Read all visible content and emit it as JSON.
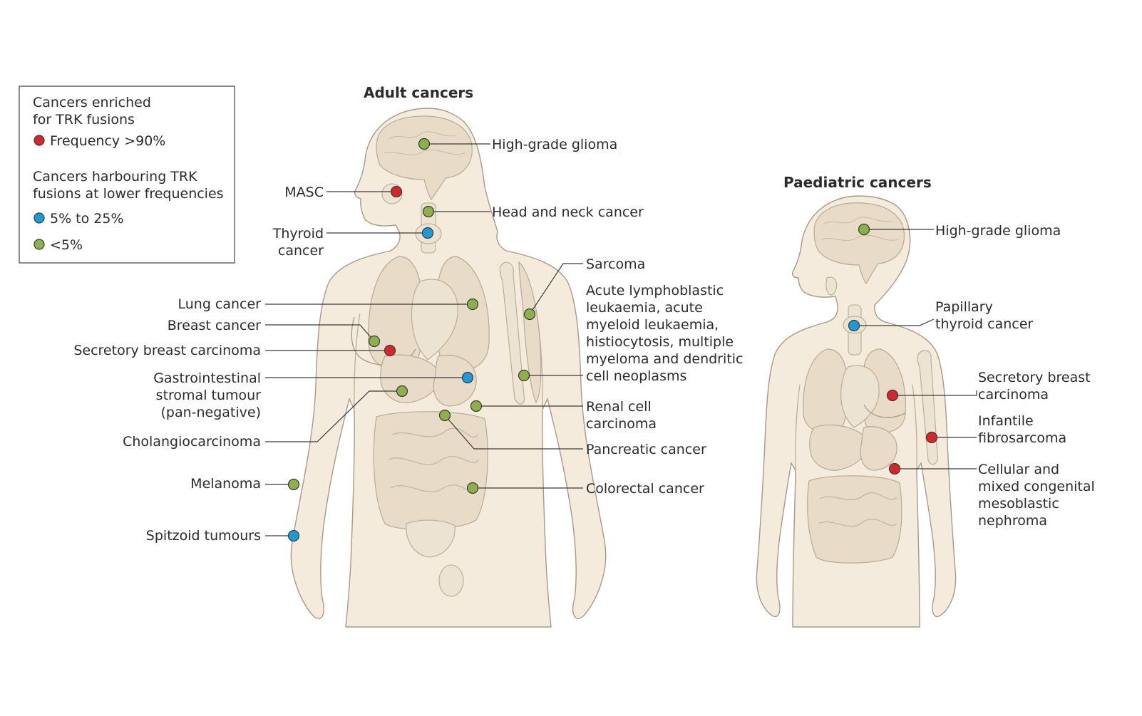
{
  "colors": {
    "red": "#d7262b",
    "blue": "#1e9ad6",
    "green": "#8cb04a",
    "body_fill": "#f4ebdc"
  },
  "legend": {
    "heading_1": "Cancers enriched",
    "heading_2": "for TRK fusions",
    "item_red": "Frequency >90%",
    "heading_3": "Cancers harbouring TRK",
    "heading_4": "fusions at lower frequencies",
    "item_blue": "5% to 25%",
    "item_green": "<5%"
  },
  "adult": {
    "title": "Adult cancers",
    "high_grade_glioma": "High-grade glioma",
    "masc": "MASC",
    "head_neck": "Head and neck cancer",
    "thyroid_1": "Thyroid",
    "thyroid_2": "cancer",
    "sarcoma": "Sarcoma",
    "leuk_1": "Acute lymphoblastic",
    "leuk_2": "leukaemia, acute",
    "leuk_3": "myeloid leukaemia,",
    "leuk_4": "histiocytosis, multiple",
    "leuk_5": "myeloma and dendritic",
    "leuk_6": "cell neoplasms",
    "lung": "Lung cancer",
    "breast": "Breast cancer",
    "secretory_breast": "Secretory breast carcinoma",
    "gist_1": "Gastrointestinal",
    "gist_2": "stromal tumour",
    "gist_3": "(pan-negative)",
    "renal_1": "Renal cell",
    "renal_2": "carcinoma",
    "cholangio": "Cholangiocarcinoma",
    "pancreatic": "Pancreatic cancer",
    "melanoma": "Melanoma",
    "colorectal": "Colorectal cancer",
    "spitzoid": "Spitzoid tumours"
  },
  "paediatric": {
    "title": "Paediatric cancers",
    "high_grade_glioma": "High-grade glioma",
    "papillary_1": "Papillary",
    "papillary_2": "thyroid cancer",
    "secretory_1": "Secretory breast",
    "secretory_2": "carcinoma",
    "infantile_1": "Infantile",
    "infantile_2": "fibrosarcoma",
    "cellular_1": "Cellular and",
    "cellular_2": "mixed congenital",
    "cellular_3": "mesoblastic",
    "cellular_4": "nephroma"
  }
}
